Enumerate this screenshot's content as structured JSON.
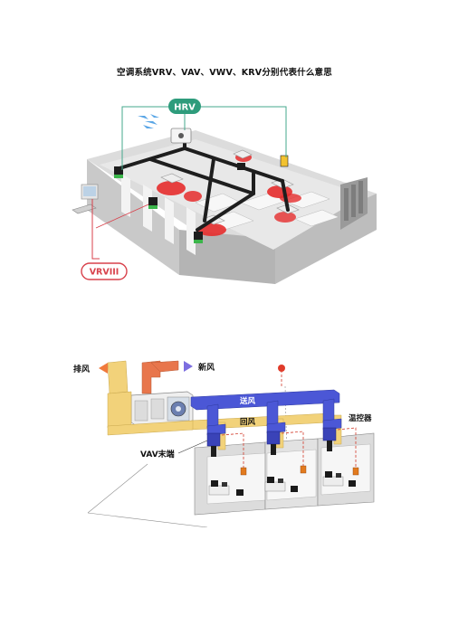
{
  "document": {
    "title": "空调系统VRV、VAV、VWV、KRV分别代表什么意思"
  },
  "figure1": {
    "hrv_label": "HRV",
    "vrv_label": "VRVIII",
    "colors": {
      "hrv_badge": "#2e9c7c",
      "vrv_badge": "#d8414b",
      "leader_line": "#45a98c",
      "vrv_line": "#d8414b"
    }
  },
  "figure2": {
    "exhaust_label": "排风",
    "fresh_air_label": "新风",
    "supply_air_label": "送风",
    "return_air_label": "回风",
    "vav_terminal_label": "VAV末端",
    "thermostat_label": "温控器",
    "colors": {
      "supply_duct": "#4b57d6",
      "return_duct": "#f2d27a",
      "fresh_duct": "#e8764c",
      "exhaust_arrow": "#f07a3c",
      "fresh_arrow": "#7c6ee0",
      "control_line": "#d23a2a"
    }
  }
}
